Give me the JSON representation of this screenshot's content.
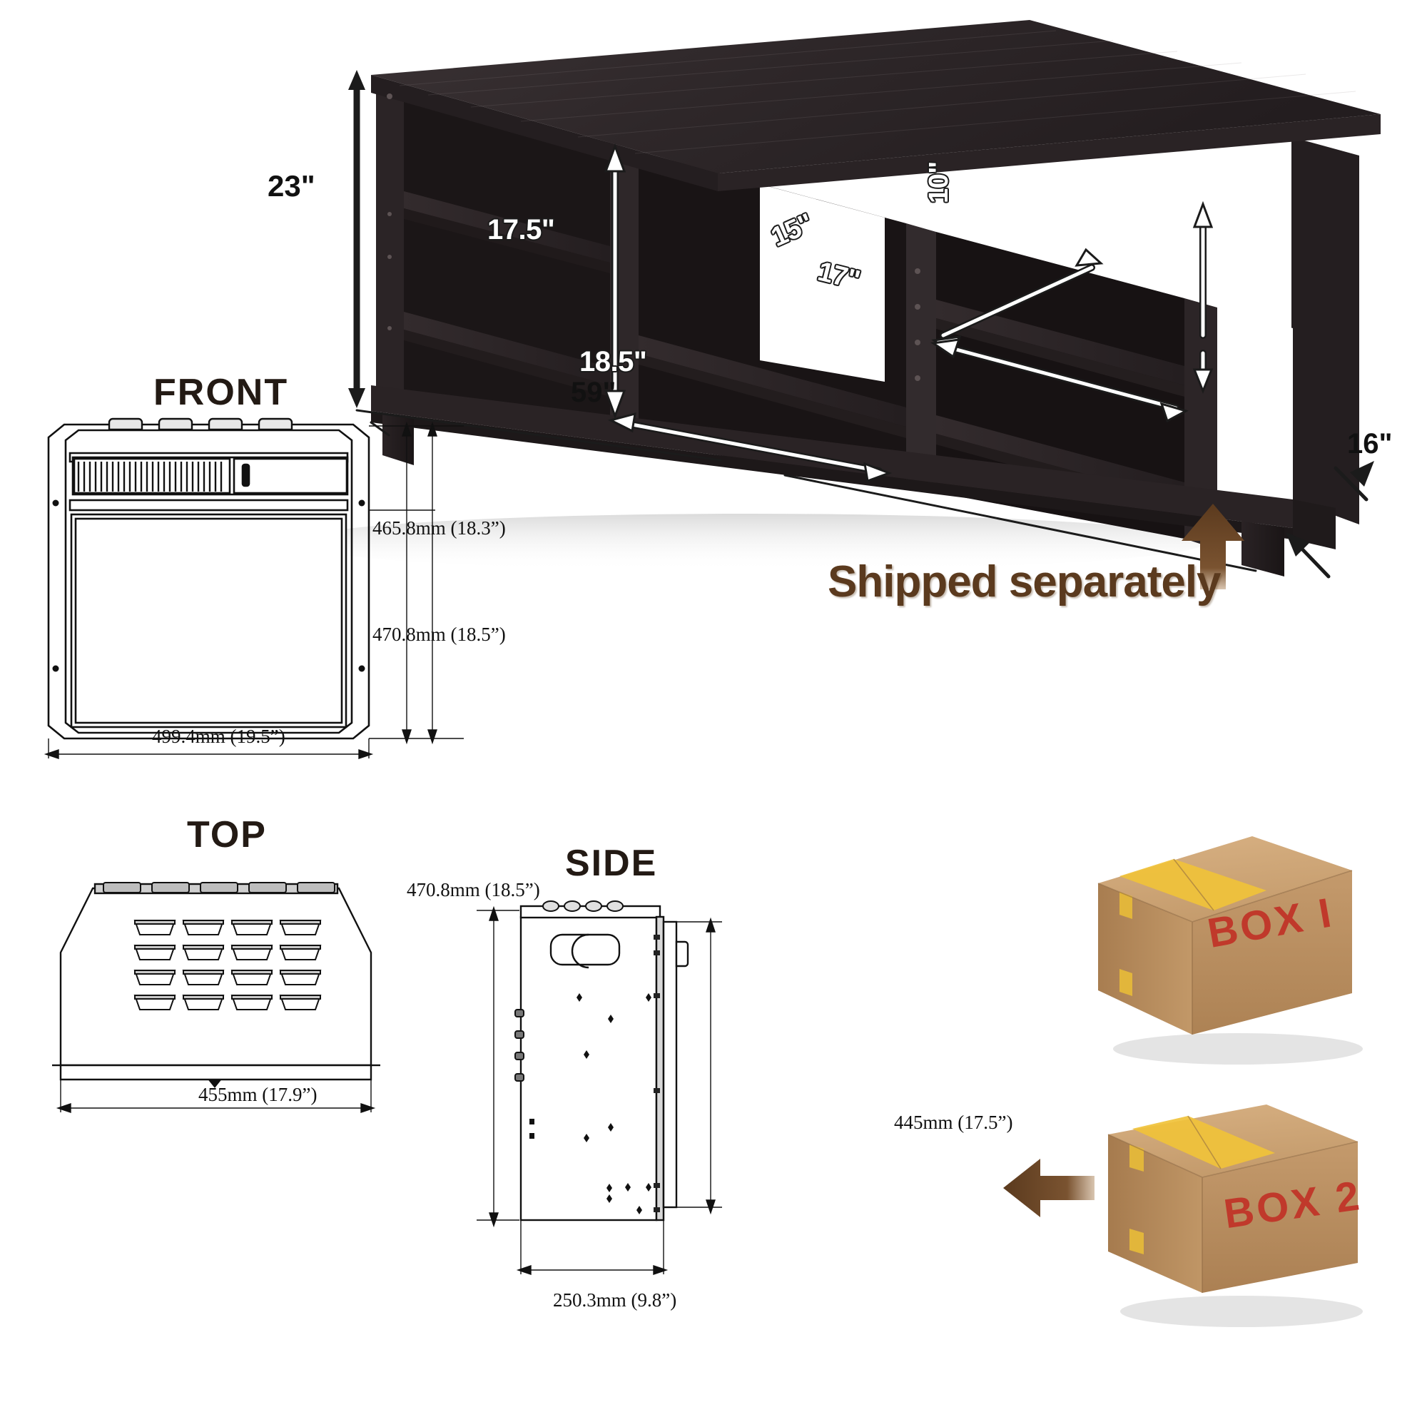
{
  "product": {
    "type": "TV stand / console",
    "finish_color": "#2b2526"
  },
  "photo_dimensions": {
    "height_overall": "23\"",
    "center_opening_height": "17.5\"",
    "center_opening_width": "18.5\"",
    "overall_length": "59\"",
    "overall_depth": "16\"",
    "shelf_diagonal": "15\"",
    "shelf_width": "17\"",
    "right_compartment_height": "10\""
  },
  "views": {
    "front": {
      "title": "FRONT",
      "height_upper": "465.8mm (18.3”)",
      "height_total": "470.8mm (18.5”)",
      "width": "499.4mm (19.5”)"
    },
    "top": {
      "title": "TOP",
      "width": "455mm (17.9”)"
    },
    "side": {
      "title": "SIDE",
      "height": "470.8mm (18.5”)",
      "inner_height": "445mm (17.5”)",
      "depth": "250.3mm (9.8”)"
    }
  },
  "shipping": {
    "note": "Shipped separately",
    "note_color": "#5b3a1e",
    "boxes": [
      {
        "label": "BOX I",
        "label_color": "#c0392b"
      },
      {
        "label": "BOX 2",
        "label_color": "#c0392b"
      }
    ]
  }
}
